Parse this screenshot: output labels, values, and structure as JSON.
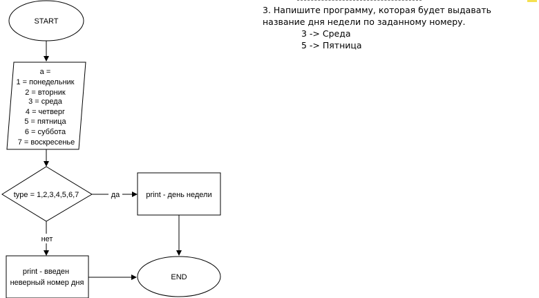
{
  "flowchart": {
    "start": "START",
    "assign_lines": [
      "a =",
      "1 = понедельник",
      "2 = вторник",
      "3 = среда",
      "4 = четверг",
      "5 = пятница",
      "6 = суббота",
      "7 = воскресенье"
    ],
    "condition": "type = 1,2,3,4,5,6,7",
    "yes_label": "да",
    "no_label": "нет",
    "print_day": "print - день недели",
    "print_error_lines": [
      "print - введен",
      "неверный номер дня"
    ],
    "end": "END"
  },
  "task": {
    "text_lines": [
      "3. Напишите программу, которая будет выдавать",
      "название дня недели по заданному номеру."
    ],
    "examples": [
      "3 -> Среда",
      "5 -> Пятница"
    ]
  },
  "colors": {
    "stroke": "#000000",
    "highlight": "#f5e050"
  }
}
